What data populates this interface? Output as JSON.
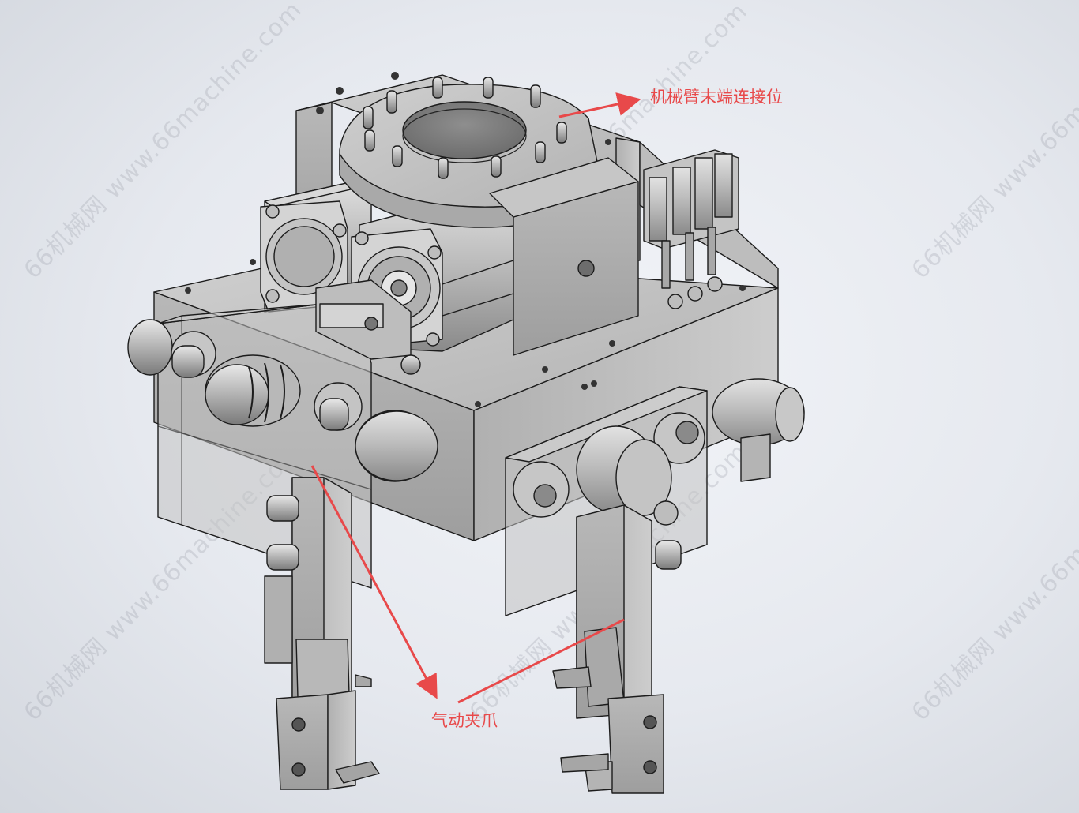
{
  "watermark": "66机械网 www.66machine.com",
  "annotations": {
    "robot_arm_mount": "机械臂末端连接位",
    "pneumatic_gripper": "气动夹爪"
  },
  "colors": {
    "annotation": "#e8494a",
    "metal_light": "#c9c9c9",
    "metal_mid": "#a8a8a8",
    "metal_dark": "#7c7c7c",
    "edge": "#1c1c1c"
  }
}
